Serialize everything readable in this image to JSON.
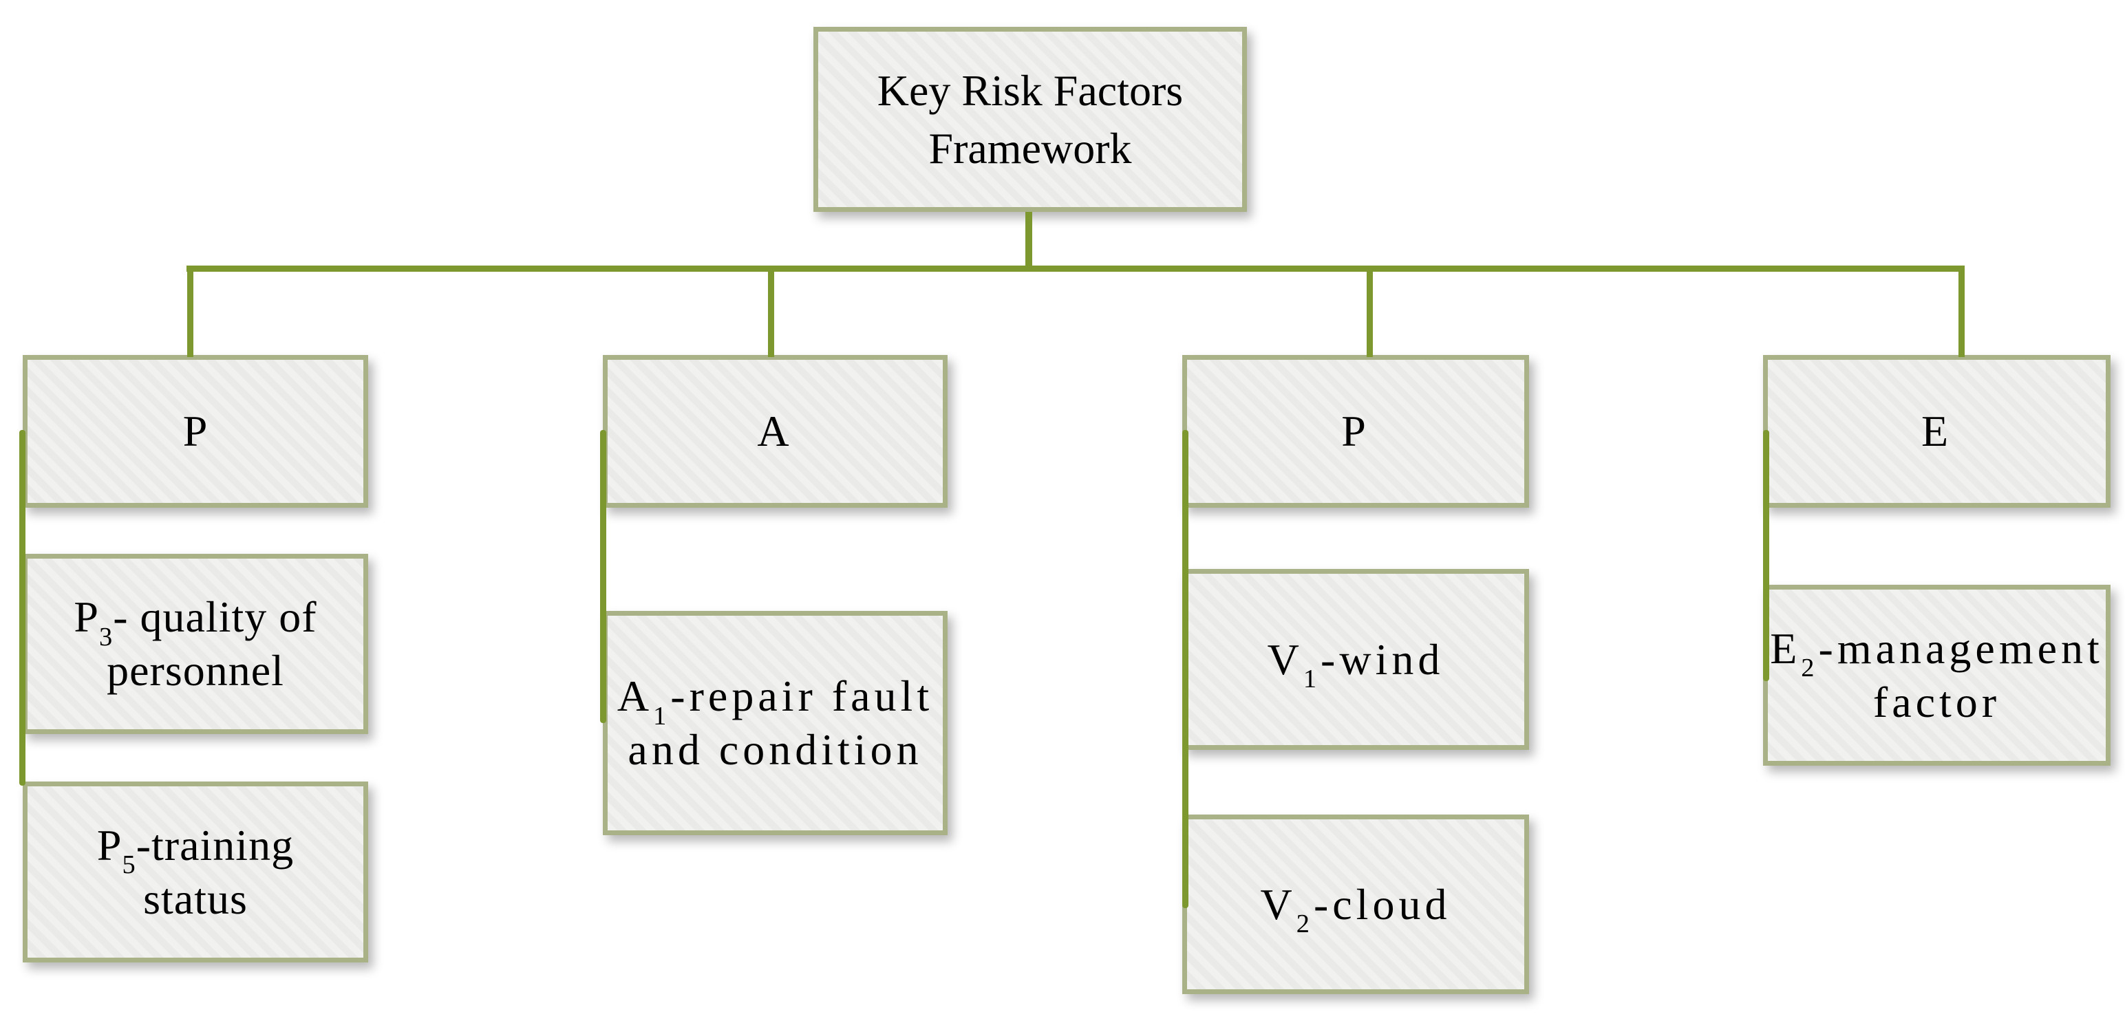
{
  "root": {
    "line1": "Key Risk Factors",
    "line2": "Framework"
  },
  "columns": [
    {
      "letter": "P",
      "children": [
        {
          "line1": {
            "pre": "P",
            "sub": "3",
            "post": "- quality of"
          },
          "line2": "personnel"
        },
        {
          "line1": {
            "pre": "P",
            "sub": "5",
            "post": "-training"
          },
          "line2": "status"
        }
      ]
    },
    {
      "letter": "A",
      "children": [
        {
          "line1": {
            "pre": "A",
            "sub": "1",
            "post": "-repair fault"
          },
          "line2": "and condition"
        }
      ]
    },
    {
      "letter": "P",
      "children": [
        {
          "line1": {
            "pre": "V",
            "sub": "1",
            "post": "-wind"
          }
        },
        {
          "line1": {
            "pre": "V",
            "sub": "2",
            "post": "-cloud"
          }
        }
      ]
    },
    {
      "letter": "E",
      "children": [
        {
          "line1": {
            "pre": "E",
            "sub": "2",
            "post": "-management"
          },
          "line2": "factor"
        }
      ]
    }
  ],
  "colors": {
    "connector": "#7d982e",
    "box-border": "#a9b287",
    "box-fill": "#f0f0ee",
    "box-fill-alt": "#eaeae8",
    "text": "#000000",
    "background": "#ffffff"
  }
}
